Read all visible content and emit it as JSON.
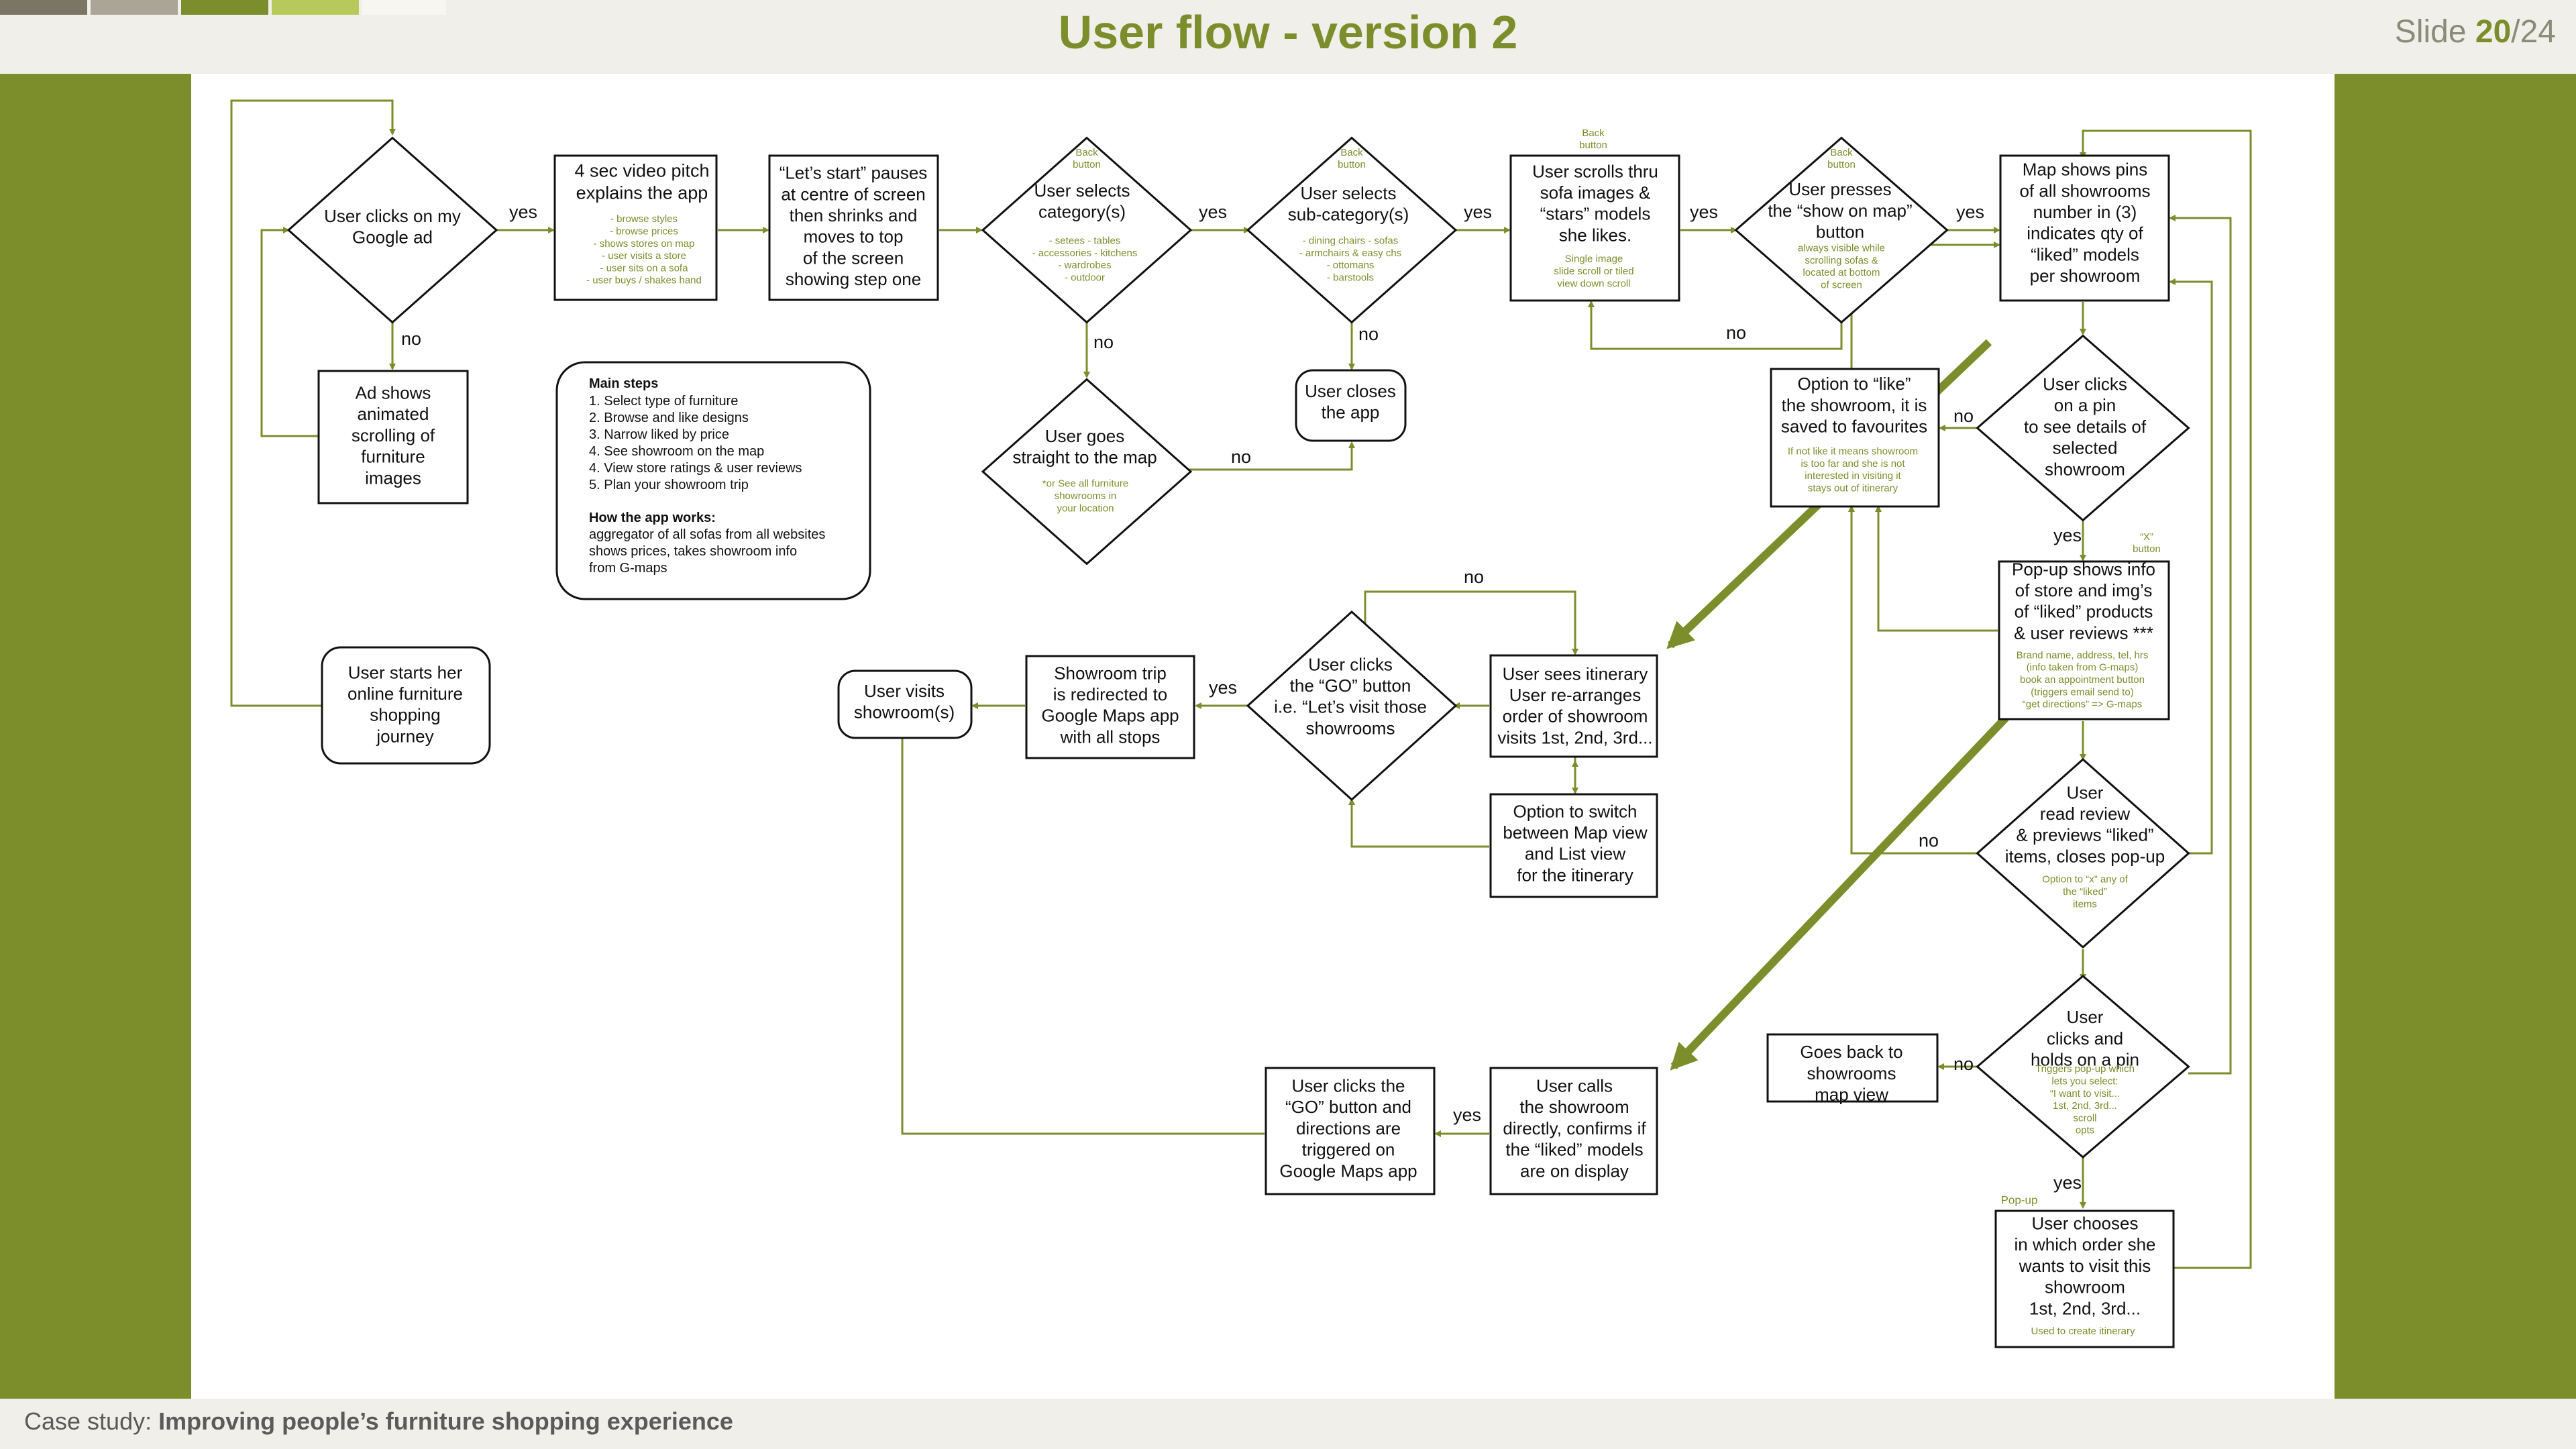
{
  "header": {
    "title": "User flow - version 2",
    "slide_prefix": "Slide ",
    "slide_current": "20",
    "slide_total": "/24"
  },
  "footer": {
    "label": "Case study: ",
    "title": "Improving people’s furniture shopping experience"
  },
  "colors": {
    "accent": "#7b8e2b",
    "swatches": [
      "#7a7565",
      "#aaa597",
      "#7b8e2b",
      "#b7c95a",
      "#f7f7f0"
    ]
  },
  "nodes": {
    "ad_click": [
      "User clicks on my",
      "Google ad"
    ],
    "ad_anim": [
      "Ad shows",
      "animated",
      "scrolling of",
      "furniture",
      "images"
    ],
    "start": [
      "User starts her",
      "online furniture",
      "shopping",
      "journey"
    ],
    "video": [
      "4 sec video pitch",
      "explains the app"
    ],
    "video_notes": [
      "- browse styles",
      "- browse prices",
      "- shows stores on map",
      "- user visits a store",
      "- user sits on a sofa",
      "- user buys / shakes hand"
    ],
    "letsstart": [
      "“Let’s start” pauses",
      "at centre of screen",
      "then shrinks and",
      "moves to top",
      "of the screen",
      "showing step one"
    ],
    "category": [
      "User selects",
      "category(s)"
    ],
    "category_notes": [
      "- setees - tables",
      "- accessories - kitchens",
      "- wardrobes",
      "- outdoor"
    ],
    "subcat": [
      "User selects",
      "sub-category(s)"
    ],
    "subcat_notes": [
      "- dining chairs - sofas",
      "- armchairs & easy chs",
      "- ottomans",
      "- barstools"
    ],
    "scrolls": [
      "User scrolls thru",
      "sofa images  &",
      "“stars” models",
      "she likes."
    ],
    "scrolls_notes": [
      "Single image",
      "slide scroll or tiled",
      "view down scroll"
    ],
    "showmap": [
      "User presses",
      "the “show on map”",
      "button"
    ],
    "showmap_notes": [
      "always visible while",
      "scrolling sofas &",
      "located at bottom",
      "of screen"
    ],
    "mappins": [
      "Map shows pins",
      "of all showrooms",
      "number in (3)",
      "indicates qty of",
      "“liked” models",
      "per showroom"
    ],
    "gomap": [
      "User goes",
      "straight to the map"
    ],
    "gomap_notes": [
      "*or See all furniture",
      "showrooms in",
      "your location"
    ],
    "closes": [
      "User closes",
      "the app"
    ],
    "like_fav": [
      "Option to “like”",
      "the showroom, it is",
      "saved to favourites"
    ],
    "like_fav_notes": [
      "If not like it means showroom",
      "is too far and she is not",
      "interested in visiting it",
      "stays out of itinerary"
    ],
    "clickpin": [
      "User clicks",
      "on a pin",
      "to see details of",
      "selected",
      "showroom"
    ],
    "popup": [
      "Pop-up shows info",
      "of store and img’s",
      "of “liked” products",
      "& user reviews ***"
    ],
    "popup_notes": [
      "Brand name, address, tel, hrs",
      "(info taken from G-maps)",
      "book an appointment button",
      "(triggers email send to)",
      "“get directions” => G-maps"
    ],
    "readrev": [
      "User",
      "read review",
      "& previews “liked”",
      "items, closes pop-up"
    ],
    "readrev_notes": [
      "Option to “x” any of",
      "the “liked”",
      "items"
    ],
    "holdpin": [
      "User",
      "clicks and",
      "holds on a pin"
    ],
    "holdpin_notes": [
      "Triggers pop-up which",
      "lets you select:",
      "“I want to visit...",
      "1st, 2nd, 3rd...",
      "scroll",
      "opts"
    ],
    "goesback": [
      "Goes back to",
      "showrooms",
      "map view"
    ],
    "chooses": [
      "User chooses",
      "in which order she",
      "wants to visit this",
      "showroom",
      "1st, 2nd, 3rd..."
    ],
    "chooses_notes": [
      "Used to create itinerary"
    ],
    "itinerary": [
      "User sees itinerary",
      "User re-arranges",
      "order of showroom",
      "visits 1st, 2nd, 3rd..."
    ],
    "switchview": [
      "Option to switch",
      "between Map view",
      "and List view",
      "for the itinerary"
    ],
    "gobutton": [
      "User clicks",
      "the “GO” button",
      "i.e. “Let’s visit those",
      "showrooms"
    ],
    "redirect": [
      "Showroom trip",
      "is redirected to",
      "Google Maps app",
      "with all stops"
    ],
    "visits": [
      "User visits",
      "showroom(s)"
    ],
    "calls": [
      "User calls",
      "the showroom",
      "directly, confirms if",
      "the “liked” models",
      "are on display"
    ],
    "clicksgo": [
      "User clicks the",
      "“GO” button and",
      "directions are",
      "triggered on",
      "Google Maps app"
    ],
    "mainsteps_title": "Main steps",
    "mainsteps": [
      "1. Select type of furniture",
      "2. Browse and like designs",
      "3. Narrow liked by price",
      "4. See showroom on the map",
      "4. View store ratings & user reviews",
      "5. Plan your showroom trip"
    ],
    "howapp_title": "How the app works:",
    "howapp": [
      "aggregator of all sofas from all websites",
      "shows prices, takes showroom info",
      "from G-maps"
    ]
  },
  "labels": {
    "yes": "yes",
    "no": "no",
    "back_button": [
      "Back",
      "button"
    ],
    "x_button": [
      "“X”",
      "button"
    ],
    "popup_tag": "Pop-up"
  }
}
